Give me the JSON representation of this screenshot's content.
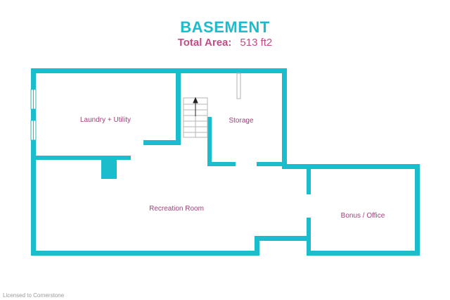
{
  "title": "BASEMENT",
  "total_area_label": "Total Area:",
  "total_area_value": "513 ft2",
  "rooms": {
    "laundry": "Laundry + Utility",
    "storage": "Storage",
    "recreation": "Recreation Room",
    "bonus": "Bonus / Office"
  },
  "credit": "Licensed to Cornerstone",
  "colors": {
    "wall": "#1bbccb",
    "title": "#1bbccb",
    "subtitle": "#c44b86",
    "room_label": "#a13f78"
  }
}
